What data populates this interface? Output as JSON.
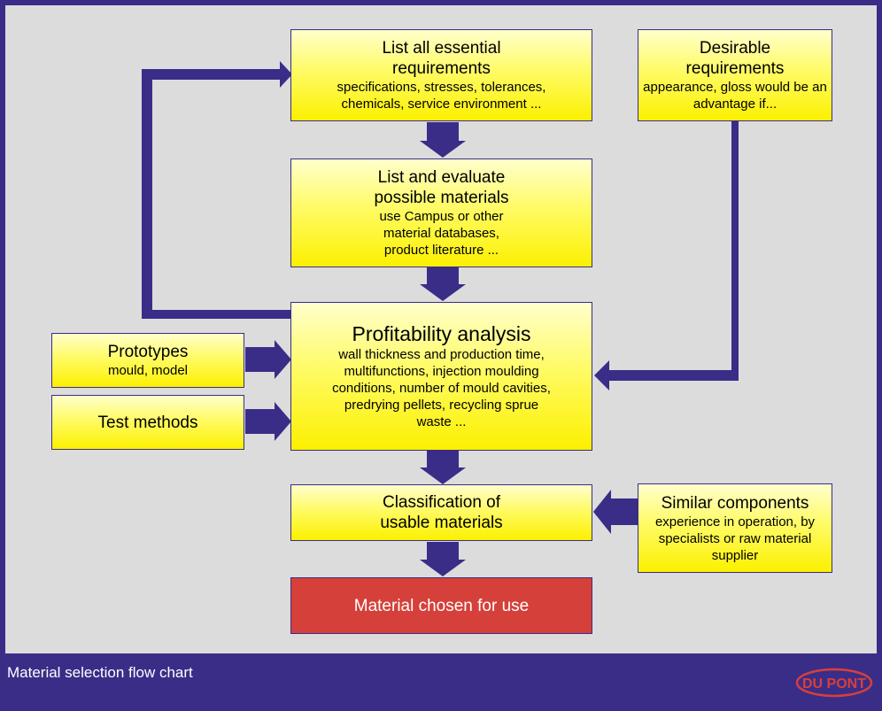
{
  "boxes": {
    "essential": {
      "title": "List all essential requirements",
      "detail": "specifications, stresses, tolerances, chemicals, service environment ..."
    },
    "desirable": {
      "title": "Desirable requirements",
      "detail": "appearance, gloss would be an advantage if..."
    },
    "evaluate": {
      "title": "List and evaluate possible materials",
      "detail": "use Campus or other material databases, product literature ..."
    },
    "profitability": {
      "title": "Profitability analysis",
      "detail": "wall thickness and production time, multifunctions, injection moulding conditions, number of mould cavities, predrying pellets, recycling sprue waste ..."
    },
    "prototypes": {
      "title": "Prototypes",
      "detail": "mould, model"
    },
    "test_methods": {
      "title": "Test methods"
    },
    "classification": {
      "title": "Classification of usable materials"
    },
    "similar": {
      "title": "Similar components",
      "detail": "experience in operation, by specialists or raw material supplier"
    },
    "chosen": {
      "title": "Material chosen for use"
    }
  },
  "caption": "Material selection flow chart",
  "logo": "DU PONT",
  "colors": {
    "background": "#3a2d88",
    "panel": "#dcdcdc",
    "box_fill": "#fff200",
    "chosen_fill": "#d6403a",
    "arrow": "#3a2d88"
  }
}
